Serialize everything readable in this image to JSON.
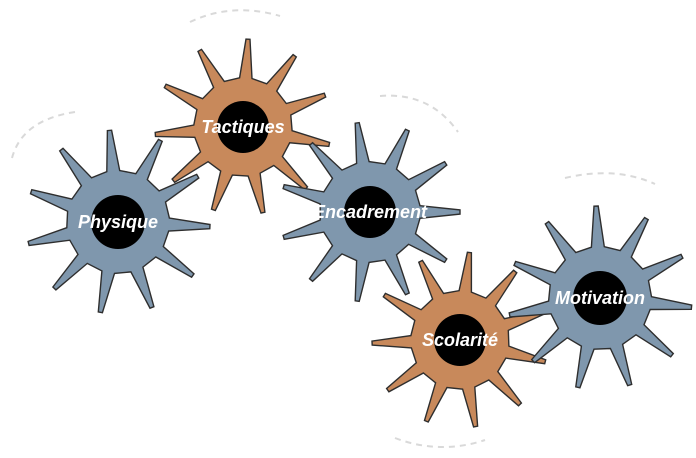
{
  "colors": {
    "blue_gear": "#7f97ad",
    "orange_gear": "#c8895b",
    "hub": "#000000",
    "label": "#ffffff"
  },
  "gears": [
    {
      "id": "physique",
      "label": "Physique",
      "color_key": "blue_gear"
    },
    {
      "id": "tactiques",
      "label": "Tactiques",
      "color_key": "orange_gear"
    },
    {
      "id": "encadrement",
      "label": "Encadrement",
      "color_key": "blue_gear"
    },
    {
      "id": "scolarite",
      "label": "Scolarité",
      "color_key": "orange_gear"
    },
    {
      "id": "motivation",
      "label": "Motivation",
      "color_key": "blue_gear"
    }
  ]
}
